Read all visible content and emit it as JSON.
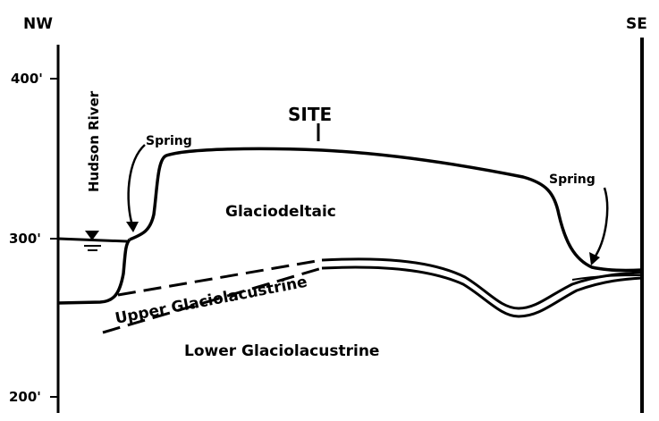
{
  "directions": {
    "left": "NW",
    "right": "SE"
  },
  "elevation_ticks": [
    "400'",
    "300'",
    "200'"
  ],
  "labels": {
    "river": "Hudson River",
    "site": "SITE",
    "spring_left": "Spring",
    "spring_right": "Spring",
    "unit_upper": "Glaciodeltaic",
    "unit_middle": "Upper Glaciolacustrine",
    "unit_lower": "Lower Glaciolacustrine"
  },
  "colors": {
    "ink": "#000000",
    "paper": "#ffffff"
  },
  "icons": {
    "water_table": "water-table-triangle-icon"
  }
}
